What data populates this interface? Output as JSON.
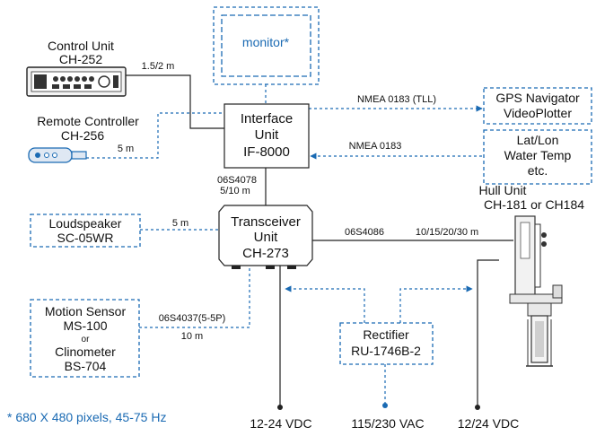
{
  "monitor": {
    "label": "monitor*"
  },
  "control_unit": {
    "name": "Control Unit",
    "model": "CH-252",
    "cable": "1.5/2 m"
  },
  "remote_controller": {
    "name": "Remote Controller",
    "model": "CH-256",
    "cable": "5 m"
  },
  "interface_unit": {
    "line1": "Interface",
    "line2": "Unit",
    "line3": "IF-8000"
  },
  "gps": {
    "line1": "GPS Navigator",
    "line2": "VideoPlotter",
    "cable": "NMEA 0183 (TLL)"
  },
  "latlon": {
    "line1": "Lat/Lon",
    "line2": "Water Temp",
    "line3": "etc.",
    "cable": "NMEA 0183"
  },
  "interface_cable": {
    "code": "06S4078",
    "length": "5/10 m"
  },
  "transceiver": {
    "line1": "Transceiver",
    "line2": "Unit",
    "line3": "CH-273"
  },
  "loudspeaker": {
    "name": "Loudspeaker",
    "model": "SC-05WR",
    "cable": "5 m"
  },
  "hull_unit": {
    "name": "Hull Unit",
    "model": "CH-181 or CH184"
  },
  "hull_cable": {
    "code": "06S4086",
    "length": "10/15/20/30 m"
  },
  "motion_sensor": {
    "name": "Motion Sensor",
    "model": "MS-100",
    "or": "or",
    "alt_name": "Clinometer",
    "alt_model": "BS-704"
  },
  "motion_cable": {
    "code": "06S4037(5-5P)",
    "length": "10 m"
  },
  "rectifier": {
    "name": "Rectifier",
    "model": "RU-1746B-2"
  },
  "power": {
    "left": "12-24 VDC",
    "middle": "115/230 VAC",
    "right": "12/24 VDC"
  },
  "footnote": "* 680 X 480 pixels, 45-75 Hz",
  "colors": {
    "accent": "#1a6ab3",
    "line": "#222222"
  }
}
